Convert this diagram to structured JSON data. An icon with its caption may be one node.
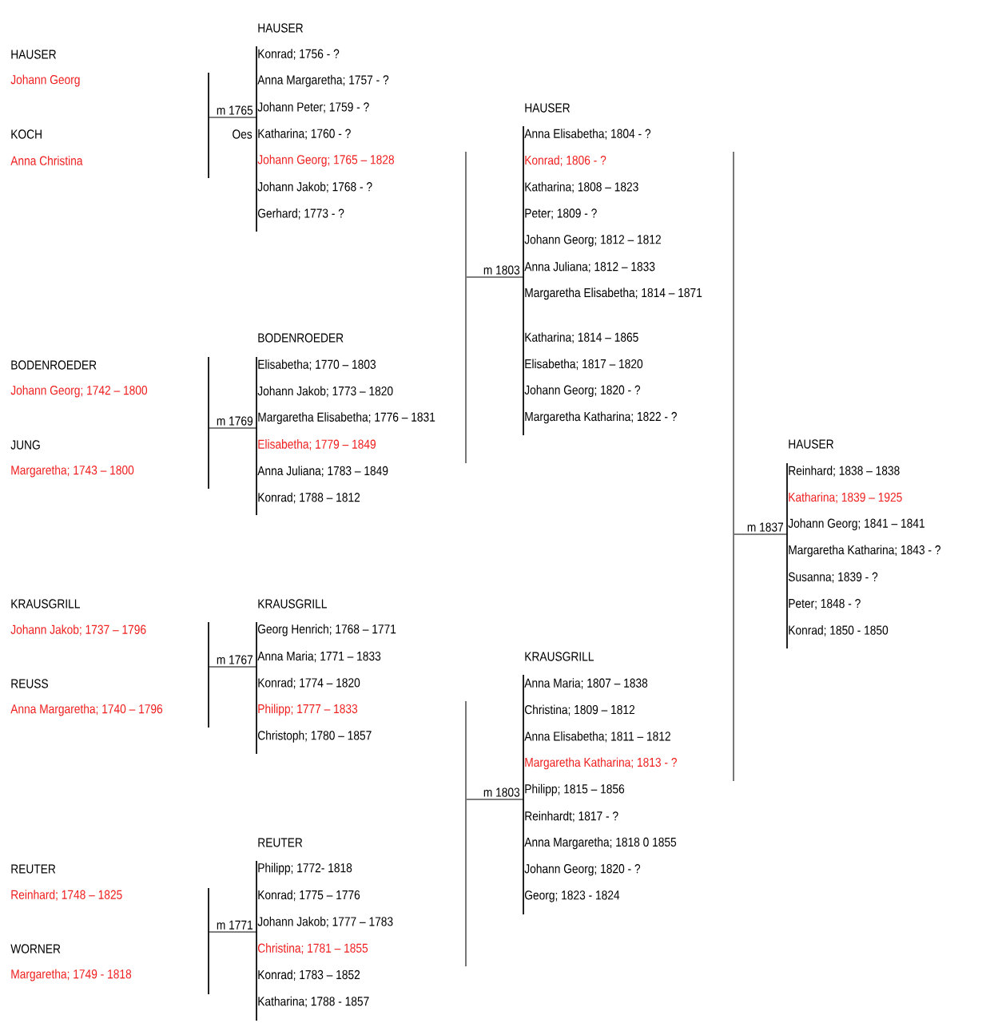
{
  "diagram": {
    "nodes": [
      {
        "text": [
          "HAUSER",
          "Johann Georg",
          "KOCH",
          "Anna Christina"
        ]
      },
      {
        "text": [
          "HAUSER",
          "Konrad; 1756 - ?",
          "Anna Margaretha; 1757 - ?",
          "Johann Peter; 1759 - ?",
          "Katharina; 1760 - ?",
          "Johann Georg; 1765 – 1828",
          "Johann Jakob; 1768 - ?",
          "Gerhard; 1773 - ?"
        ]
      },
      {
        "text": [
          "BODENROEDER",
          "Johann Georg; 1742 – 1800",
          "JUNG",
          "Margaretha; 1743 – 1800"
        ]
      },
      {
        "text": [
          "BODENROEDER",
          "Elisabetha; 1770 – 1803",
          "Johann Jakob; 1773 – 1820",
          "Margaretha Elisabetha; 1776 – 1831",
          "Elisabetha; 1779 – 1849",
          "Anna Juliana; 1783 – 1849",
          "Konrad; 1788 – 1812"
        ]
      },
      {
        "text": [
          "KRAUSGRILL",
          "Johann Jakob; 1737 – 1796",
          "REUSS",
          "Anna Margaretha; 1740 – 1796"
        ]
      },
      {
        "text": [
          "KRAUSGRILL",
          "Georg Henrich; 1768 – 1771",
          "Anna Maria; 1771 – 1833",
          "Konrad; 1774 – 1820",
          "Philipp; 1777 – 1833",
          "Christoph; 1780 – 1857"
        ]
      },
      {
        "text": [
          "REUTER",
          "Reinhard; 1748 – 1825",
          "WORNER",
          "Margaretha; 1749 - 1818"
        ]
      },
      {
        "text": [
          "REUTER",
          "Philipp; 1772- 1818",
          "Konrad; 1775 – 1776",
          "Johann Jakob; 1777 – 1783",
          "Christina; 1781 – 1855",
          "Konrad; 1783 – 1852",
          "Katharina; 1788 - 1857"
        ]
      },
      {
        "text": [],
        "shape": "bar"
      },
      {
        "text": [],
        "shape": "bar"
      },
      {
        "text": [
          "HAUSER",
          "Anna Elisabetha; 1804 - ?",
          "Konrad; 1806 - ?",
          "Katharina; 1808 – 1823",
          "Peter; 1809 - ?",
          "Johann Georg; 1812 – 1812",
          "Anna Juliana; 1812 – 1833",
          "Margaretha Elisabetha; 1814 – 1871",
          "Katharina; 1814 – 1865",
          "Elisabetha; 1817 – 1820",
          "Johann Georg; 1820 - ?",
          "Margaretha Katharina; 1822 - ?"
        ]
      },
      {
        "text": [
          "KRAUSGRILL",
          "Anna Maria; 1807 – 1838",
          "Christina; 1809 – 1812",
          "Anna Elisabetha; 1811 – 1812",
          "Margaretha Katharina; 1813 - ?",
          "Philipp; 1815 – 1856",
          "Reinhardt; 1817 - ?",
          "Anna Margaretha; 1818 0 1855",
          "Johann Georg; 1820 - ?",
          "Georg; 1823 - 1824"
        ]
      },
      {
        "text": [],
        "shape": "bar"
      },
      {
        "text": [
          "HAUSER",
          "Reinhard; 1838 – 1838",
          "Katharina; 1839 – 1925",
          "Johann Georg; 1841 – 1841",
          "Margaretha Katharina; 1843 - ?",
          "Susanna; 1839 - ?",
          "Peter; 1848 - ?",
          "Konrad; 1850 - 1850"
        ]
      }
    ],
    "edges": [
      {
        "from": 0,
        "to": 1,
        "arrow": "none",
        "label": "m 1765"
      },
      {
        "from": 2,
        "to": 3,
        "arrow": "none",
        "label": "m 1769"
      },
      {
        "from": 4,
        "to": 5,
        "arrow": "none",
        "label": "m 1767"
      },
      {
        "from": 6,
        "to": 7,
        "arrow": "none",
        "label": "m 1771"
      },
      {
        "from": 8,
        "to": 10,
        "arrow": "none",
        "label": "m 1803"
      },
      {
        "from": 9,
        "to": 11,
        "arrow": "none",
        "label": "m 1803"
      },
      {
        "from": 12,
        "to": 13,
        "arrow": "none",
        "label": "m 1837"
      }
    ],
    "labels": [
      "Oes"
    ]
  }
}
